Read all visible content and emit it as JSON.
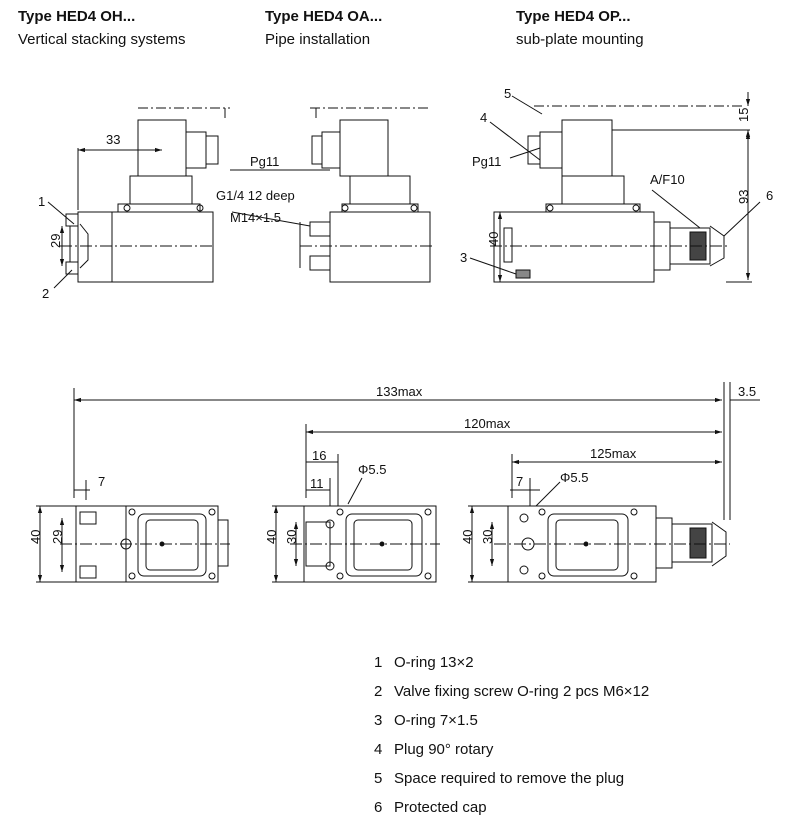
{
  "headers": [
    {
      "type": "Type HED4 OH...",
      "subtitle": "Vertical stacking systems"
    },
    {
      "type": "Type HED4 OA...",
      "subtitle": "Pipe installation"
    },
    {
      "type": "Type HED4 OP...",
      "subtitle": "sub-plate mounting"
    }
  ],
  "side_labels": {
    "dim_33": "33",
    "pg11_a": "Pg11",
    "thread_g": "G1/4 12 deep",
    "thread_m": "M14×1.5",
    "item_1": "1",
    "item_2": "2",
    "dim_29": "29",
    "item_5": "5",
    "item_4": "4",
    "pg11_b": "Pg11",
    "dim_15": "15",
    "af10": "A/F10",
    "dim_93": "93",
    "item_6": "6",
    "item_3": "3",
    "dim_40": "40"
  },
  "bottom_labels": {
    "dim_133": "133max",
    "dim_120": "120max",
    "dim_125": "125max",
    "dim_3_5": "3.5",
    "dim_7a": "7",
    "dim_16": "16",
    "dim_11": "11",
    "phi_a": "Φ5.5",
    "dim_7b": "7",
    "phi_b": "Φ5.5",
    "dim_40a": "40",
    "dim_29b": "29",
    "dim_40b": "40",
    "dim_30a": "30",
    "dim_40c": "40",
    "dim_30b": "30"
  },
  "legend": [
    {
      "num": "1",
      "text": "O-ring 13×2"
    },
    {
      "num": "2",
      "text": "Valve fixing screw O-ring 2 pcs M6×12"
    },
    {
      "num": "3",
      "text": "O-ring 7×1.5"
    },
    {
      "num": "4",
      "text": "Plug 90° rotary"
    },
    {
      "num": "5",
      "text": "Space required to remove the plug"
    },
    {
      "num": "6",
      "text": "Protected cap"
    }
  ]
}
